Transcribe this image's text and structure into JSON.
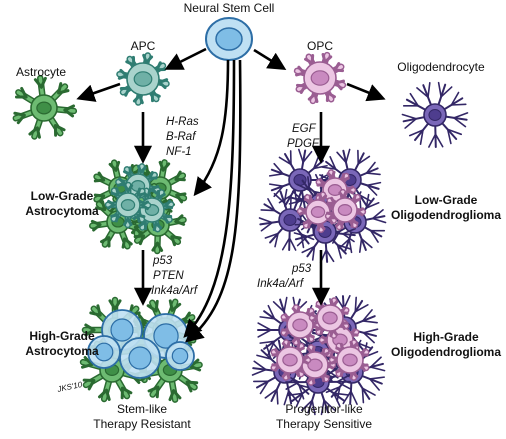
{
  "colors": {
    "stem_fill": "#bfe0f3",
    "stem_nucleus": "#7fbde6",
    "stem_stroke": "#2d6ea6",
    "apc_fill": "#a9d3cc",
    "apc_nucleus": "#6fb0a6",
    "apc_stroke": "#2f7d72",
    "astro_fill": "#6dbb72",
    "astro_nucleus": "#3f8f47",
    "astro_stroke": "#2a6a31",
    "opc_fill": "#ecc6e3",
    "opc_nucleus": "#c98ac0",
    "opc_stroke": "#9a5d92",
    "oligo_fill": "#7a67b8",
    "oligo_nucleus": "#4e3d8e",
    "oligo_stroke": "#332766",
    "arrow": "#000000"
  },
  "labels": {
    "neural_stem_cell": "Neural Stem Cell",
    "apc": "APC",
    "opc": "OPC",
    "astrocyte": "Astrocyte",
    "oligodendrocyte": "Oligodendrocyte",
    "low_grade_astro_1": "Low-Grade",
    "low_grade_astro_2": "Astrocytoma",
    "high_grade_astro_1": "High-Grade",
    "high_grade_astro_2": "Astrocytoma",
    "low_grade_oligo_1": "Low-Grade",
    "low_grade_oligo_2": "Oligodendroglioma",
    "high_grade_oligo_1": "High-Grade",
    "high_grade_oligo_2": "Oligodendroglioma",
    "left_caption_1": "Stem-like",
    "left_caption_2": "Therapy Resistant",
    "right_caption_1": "Progenitor-like",
    "right_caption_2": "Therapy Sensitive",
    "signature": "JKS'10"
  },
  "genes": {
    "apc_to_low": [
      "H-Ras",
      "B-Raf",
      "NF-1"
    ],
    "low_to_high_astro": [
      "p53",
      "PTEN",
      "Ink4a/Arf"
    ],
    "opc_to_low": [
      "EGF",
      "PDGF"
    ],
    "low_to_high_oligo": [
      "p53",
      "Ink4a/Arf"
    ]
  }
}
